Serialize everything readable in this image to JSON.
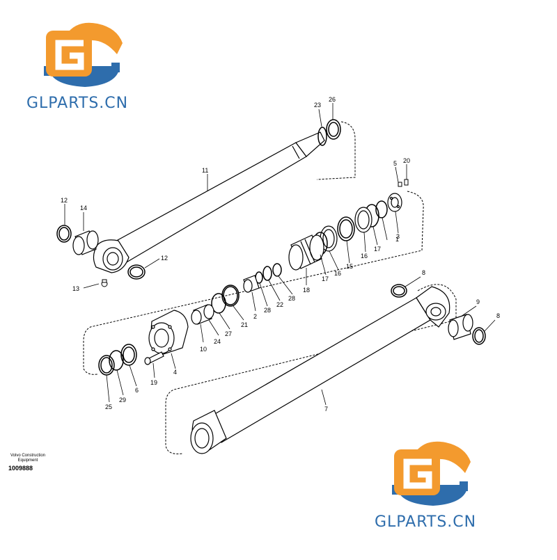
{
  "watermark": {
    "brand_text": "GLPARTS.CN",
    "logo_letter": "G",
    "logo_color": "#f39a2e",
    "gear_color": "#2e6dac",
    "text_color": "#2e6dac"
  },
  "credit": {
    "line1": "Volvo Construction",
    "line2": "Equipment",
    "doc_number": "1009888"
  },
  "labels": {
    "p1": "1",
    "p2": "2",
    "p3": "3",
    "p4": "4",
    "p5": "5",
    "p6": "6",
    "p7": "7",
    "p8a": "8",
    "p8b": "8",
    "p9": "9",
    "p10": "10",
    "p11": "11",
    "p12a": "12",
    "p12b": "12",
    "p13": "13",
    "p14": "14",
    "p15": "15",
    "p16a": "16",
    "p16b": "16",
    "p17a": "17",
    "p17b": "17",
    "p18": "18",
    "p19": "19",
    "p20": "20",
    "p21": "21",
    "p22": "22",
    "p23": "23",
    "p24": "24",
    "p25": "25",
    "p26": "26",
    "p27": "27",
    "p28a": "28",
    "p28b": "28",
    "p29": "29"
  }
}
